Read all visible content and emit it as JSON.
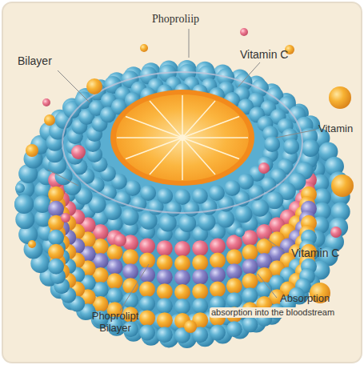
{
  "diagram": {
    "labels": [
      "Phoproliip",
      "Bilayer",
      "Vitamin C",
      "Vitamin",
      "Vitamin C",
      "Absorption",
      "absorption into the bloodstream",
      "Phoprolipt Bilayer"
    ]
  }
}
